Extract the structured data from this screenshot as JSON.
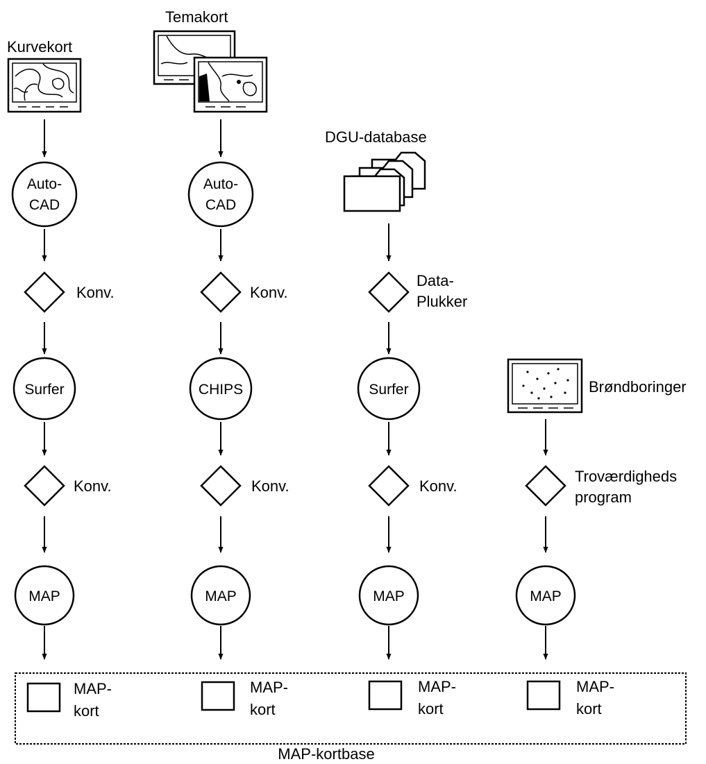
{
  "sources": {
    "kurvekort": "Kurvekort",
    "temakort": "Temakort",
    "dgu": "DGU-database",
    "brond": "Brøndboringer"
  },
  "nodes": {
    "c1_auto": [
      "Auto-",
      "CAD"
    ],
    "c2_auto": [
      "Auto-",
      "CAD"
    ],
    "c1_surfer": "Surfer",
    "c2_chips": "CHIPS",
    "c3_surfer": "Surfer",
    "map": "MAP"
  },
  "processes": {
    "konv": "Konv.",
    "dataplukker": [
      "Data-",
      "Plukker"
    ],
    "trovaerdighed": [
      "Troværdigheds",
      "program"
    ]
  },
  "kortbase": {
    "item": [
      "MAP-",
      "kort"
    ],
    "label": "MAP-kortbase"
  }
}
